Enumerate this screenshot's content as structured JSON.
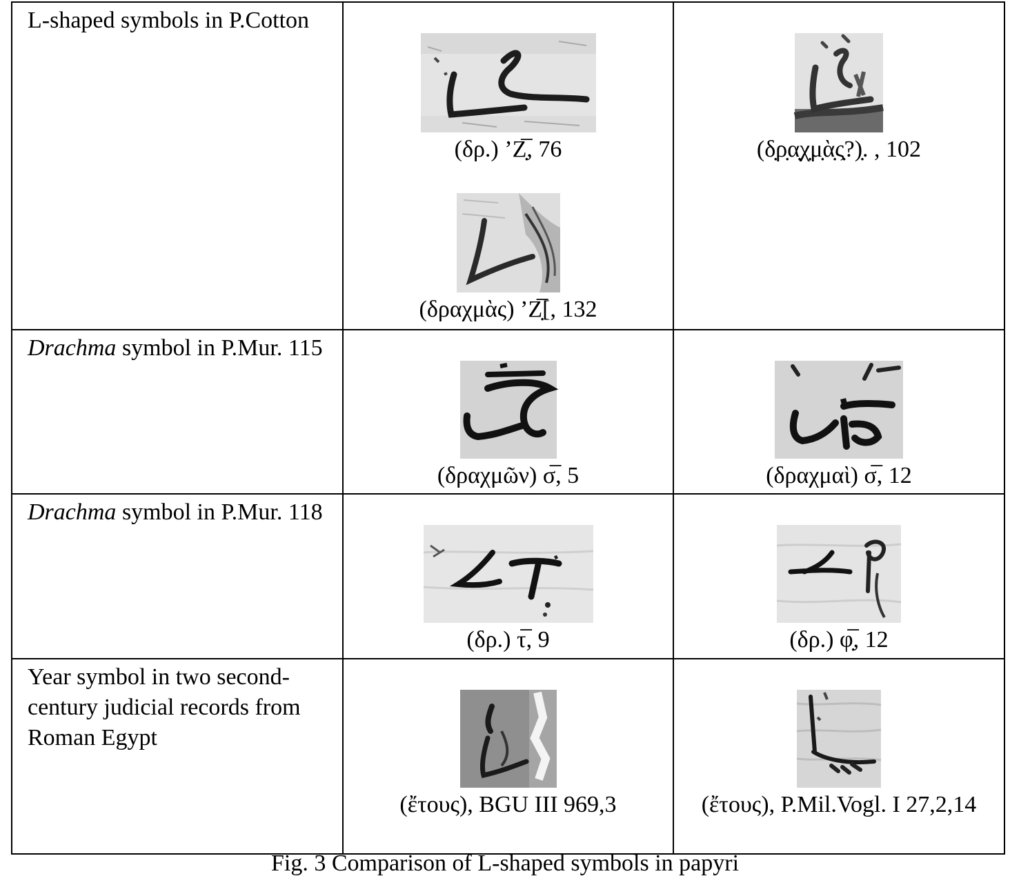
{
  "rows": [
    {
      "label": "L-shaped symbols in P.Cotton",
      "samples": [
        {
          "icon": "l-shaped-symbol-scan",
          "caption": "(δρ.) ’Ζ̣̅, 76"
        },
        {
          "icon": "l-shaped-symbol-scan",
          "caption": "(δ̣ρ̣α̣χ̣μ̣ὰ̣ς̣?)̣. , 102"
        },
        {
          "icon": "l-shaped-symbol-scan",
          "caption": "(δραχμὰς) ’Ζ̣̅[, 132"
        }
      ]
    },
    {
      "label_italic": "Drachma",
      "label_rest": " symbol in P.Mur. 115",
      "samples": [
        {
          "icon": "drachma-symbol-scan",
          "caption": "(δραχμῶν) σ̅, 5"
        },
        {
          "icon": "drachma-symbol-scan",
          "caption": "(δραχμαὶ) σ̅, 12"
        }
      ]
    },
    {
      "label_italic": "Drachma",
      "label_rest": " symbol in P.Mur. 118",
      "samples": [
        {
          "icon": "drachma-symbol-scan",
          "caption": "(δρ.) τ̅, 9"
        },
        {
          "icon": "drachma-symbol-scan",
          "caption": "(δρ.) φ̣̅, 12"
        }
      ]
    },
    {
      "label": "Year symbol in two second-century judicial records from Roman Egypt",
      "samples": [
        {
          "icon": "year-symbol-scan",
          "caption": "(ἔτους), BGU III 969,3"
        },
        {
          "icon": "year-symbol-scan",
          "caption": "(ἔτους), P.Mil.Vogl. I 27,2,14"
        }
      ]
    }
  ],
  "figure_caption": "Fig. 3 Comparison of L-shaped symbols in papyri",
  "colors": {
    "ink": "#111111",
    "papyrus_light": "#e6e6e6",
    "papyrus_mid": "#c9c9c9",
    "papyrus_dark": "#8c8c8c",
    "rule": "#000000"
  }
}
